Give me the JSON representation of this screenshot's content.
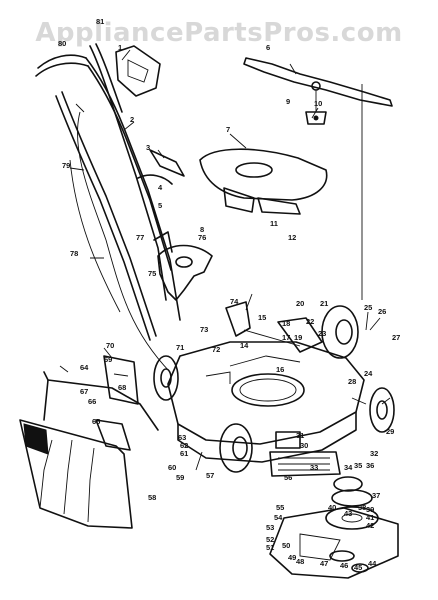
{
  "watermark": "AppliancePartsPros.com",
  "callouts": [
    "1",
    "2",
    "3",
    "4",
    "5",
    "6",
    "7",
    "8",
    "9",
    "10",
    "11",
    "12",
    "14",
    "15",
    "16",
    "17",
    "18",
    "19",
    "20",
    "21",
    "22",
    "23",
    "24",
    "25",
    "26",
    "27",
    "28",
    "29",
    "30",
    "31",
    "32",
    "33",
    "34",
    "35",
    "36",
    "37",
    "38",
    "39",
    "40",
    "41",
    "42",
    "43",
    "44",
    "45",
    "46",
    "47",
    "48",
    "49",
    "50",
    "51",
    "52",
    "53",
    "54",
    "55",
    "56",
    "57",
    "58",
    "59",
    "60",
    "61",
    "62",
    "63",
    "64",
    "65",
    "66",
    "67",
    "68",
    "69",
    "70",
    "71",
    "72",
    "73",
    "74",
    "75",
    "76",
    "77",
    "78",
    "79",
    "80",
    "81"
  ]
}
